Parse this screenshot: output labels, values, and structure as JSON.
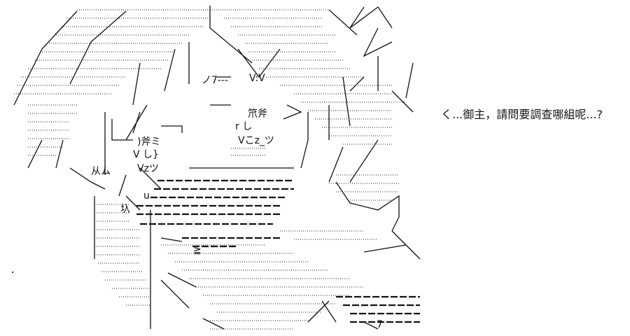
{
  "dialogue": "く...御主，請問要調查哪組呢...?",
  "art_labels": {
    "mouth_left": "ノ7---",
    "brow": "V:V",
    "kanji_top": "笊斧",
    "kanji_left": ")斧ミ",
    "r_shi": "r し",
    "vz_1": "Vこz_ツ",
    "vz_2": "Vzツ",
    "v_shi": "V し}",
    "jyu": "从ム",
    "u": "u",
    "ji": "圦",
    "ge": "≧",
    "seven": "7"
  },
  "stray_mark": "."
}
